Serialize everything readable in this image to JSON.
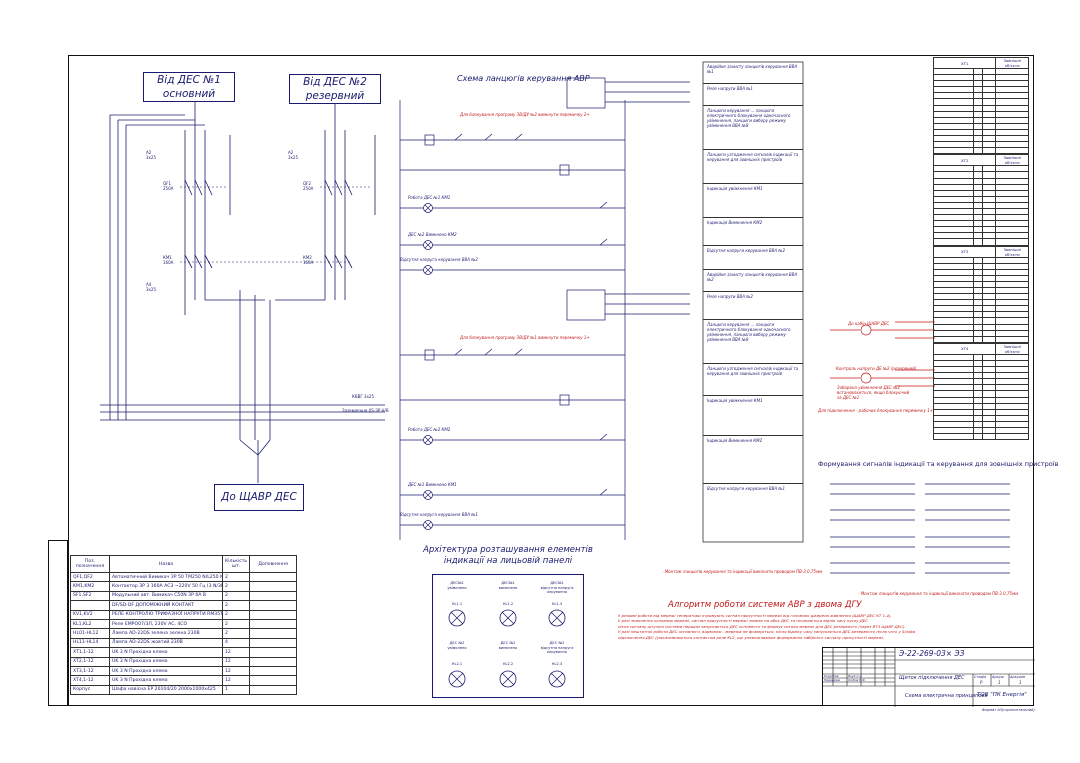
{
  "sources": {
    "des1": "Від ДЕС №1\nосновний",
    "des2": "Від ДЕС №2\nрезервний",
    "bus_out": "До ЩАВР ДЕС"
  },
  "power_labels": {
    "a2_1": "А2\n3х25",
    "a2_2": "А2\n3х25",
    "qf1": "QF1\n250А",
    "qf2": "QF2\n250А",
    "km1": "КМ1\n160А",
    "km2": "КМ2\n160А",
    "a4": "А4\n3х25",
    "cable": "КВВГ 3х25",
    "ground": "Заземлення ХS-ЗР Н/В"
  },
  "avr": {
    "title": "Схема ланцюгів керування АВР",
    "section1": "Для блокування програму ЗВ/ДУ №2 вимкнути перемичку 2+",
    "section2": "Для блокування програму ЗВ/ДУ №1 вимкнути перемичку 1+",
    "l1": "Робота ДЕС №1 КМ1",
    "l2": "ДЕС №2 Вимкнено КМ2",
    "l3": "Відсутня напруга керування ВВА №2",
    "l4": "Робота ДЕС №2 КМ2",
    "l5": "ДЕС №1 Вимкнено КМ1",
    "l6": "Відсутня напруга керування ВВА №1"
  },
  "descriptions": [
    "Аварійне захисту ланцюгів керування ВВА №1",
    "Реле напруги ВВА №1",
    "Ланцюги керування ... ланцюги електричного блокування одночасного увімкнення, ланцюги вибору режиму увімкнення ВВА №8",
    "Ланцюги узгодження сигналів індикації та керування для зовнішніх пристроїв",
    "Індикація увімкнення КМ1",
    "Індикація Вимкнення КМ2",
    "Відсутня напруги керування ВВА №2",
    "Аварійне захисту ланцюгів керування ВВА №2",
    "Реле напруги ВВА №2",
    "Ланцюги керування ... ланцюги електричного блокування одночасного увімкнення, ланцюги вибору режиму увімкнення ВВА №8",
    "Ланцюги узгодження сигналів індикації та керування для зовнішніх пристроїв",
    "Індикація увімкнення КМ1",
    "Індикація Вимкнення КМ2",
    "Відсутня напруги керування ВВА №1"
  ],
  "desc_note": "- Монтаж ланцюгів керування та індикації виконати проводом ПВ-3 0,75мм",
  "panel": {
    "title": "Архітектура розташування елементів індикації на лицьовій панелі",
    "lamps": [
      {
        "label": "ДЕС№1\nувімкнено",
        "code": "HL1.1"
      },
      {
        "label": "ДЕС№1\nвимкнено",
        "code": "HL1.2"
      },
      {
        "label": "ДЕС№1\nвідсутня напруга\nкерування",
        "code": "HL1.3"
      },
      {
        "label": "ДЕС №2\nувімкнено",
        "code": "HL2.1"
      },
      {
        "label": "ДЕС №2\nвимкнено",
        "code": "HL2.2"
      },
      {
        "label": "ДЕС №2\nвідсутня напруга\nкерування",
        "code": "HL2.3"
      }
    ]
  },
  "terminal_heads": [
    "ХТ1",
    "ХТ2",
    "ХТ3",
    "ХТ4"
  ],
  "terminal_sub": "Зовнішні\nкб'єкти",
  "ext": {
    "title": "Формування сигналів індикації та керування для зовнішніх пристроїв",
    "n1": "До кабін ЩАВР ДЕС",
    "n2": "Контроль напруги ДЕ №2 (резервний)",
    "n3": "Заборона увімкнення ДЕС №2\nвстановлюється, якщо блокуючий\nза ДЕС №1",
    "n4": "Для підключення - рабочих блокування перемичку 1+",
    "n5": "- Монтаж ланцюгів керування та індикації виконати проводом ПВ-3 0,75мм"
  },
  "algo": {
    "title": "Алгоритм роботи системи АВР з двома ДГУ",
    "text": "У режимі роботи від мережі генератори отримують сигнал присутності мережі від головних джерела живлення (ЩАВР ДЕС КТ 1-4).\nУ разі зникнення основних мережі, сигнал присутності мережі зникає на обох ДЕС та починається відлік часу пуску ДЕС\nпісля сигналу штучної системи першим запускається ДЕС основного та формує сигнал мережі для ДЕС резервного (через ВТ3 ЩАВР ДЕС).\nУ разі нештатної роботи ДЕС основного, відмовою - мережа не формується, після відліку часу запускається ДЕС резервного після чого у 5/ліфа\nпідключення ДЕС (уможливлюється контактом реле KL2, що унеможливлює формування забірного сигналу присутності мережі."
  },
  "spec": {
    "headers": [
      "Поз.\nпозначення",
      "Назва",
      "Кількість\nшт.",
      "Доповнення"
    ],
    "rows": [
      [
        "QF1,QF2",
        "Автоматичний Вимикач ЗР 50 ТМ250 N/L250 М",
        "2",
        ""
      ],
      [
        "KM1,KM2",
        "Контактор ЗР 3 160А АС3 ~220V 50 Гц (3 N/380В)",
        "2",
        ""
      ],
      [
        "SF1,SF2",
        "Модульний авт. Вимикач С50N ЗР 6А В",
        "2",
        ""
      ],
      [
        "",
        "DF/SD-DF ДОПОМІЖНИЙ КОНТАКТ",
        "2",
        ""
      ],
      [
        "KV1,KV2",
        "РЕЛЕ КОНТРОЛЮ ТРИФАЗНОЇ НАПРУГИ RM35TF30",
        "2",
        ""
      ],
      [
        "KL1,KL2",
        "Реле ЕМРО07/3Л, 230V AC, 4CO",
        "2",
        ""
      ],
      [
        "HL01-HL12",
        "Лампа AD-22DS  зелена зелена 230В",
        "2",
        ""
      ],
      [
        "HL11-HL14",
        "Лампа AD-22DS  жовтий 230В",
        "4",
        ""
      ],
      [
        "XT1,1-12",
        "UK 3 N Прохідна клема",
        "12",
        ""
      ],
      [
        "XT2,1-12",
        "UK 3 N Прохідна клема",
        "12",
        ""
      ],
      [
        "XT3,1-12",
        "UK 3 N Прохідна клема",
        "12",
        ""
      ],
      [
        "XT4,1-12",
        "UK 3 N Прохідна клема",
        "12",
        ""
      ],
      [
        "Корпус",
        "Шафа навісна ЕР 20104/20 2000х1000х425",
        "1",
        ""
      ]
    ]
  },
  "stamp": {
    "code": "Э-22-269-03× ЭЗ",
    "title": "Щиток підключення ДЕС",
    "sheet_title": "Схема електрична принципова",
    "company": "ТОВ \"ПК Енергія\"",
    "stage": "Р",
    "sheet": "1",
    "sheets": "1",
    "col1": "Стадія",
    "col2": "Аркуш",
    "col3": "Аркушів",
    "r1": "Розробив",
    "r2": "Перевірив",
    "n1": "Якуб С.А.",
    "n2": "Хлібов В.Ф.",
    "format": "Формат А3(горизонтальний)"
  },
  "colors": {
    "ink": "#1a1a6e",
    "red": "#c01818",
    "frame": "#111111"
  }
}
